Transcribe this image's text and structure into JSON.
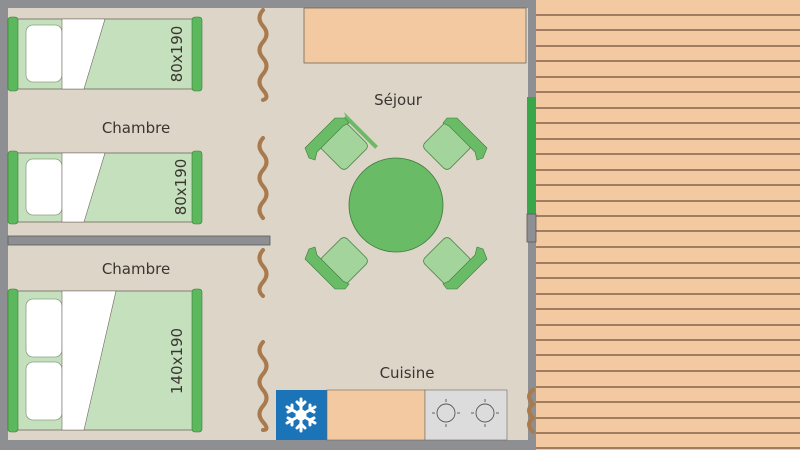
{
  "plan": {
    "rooms": [
      {
        "id": "bedroom1",
        "label": "Chambre"
      },
      {
        "id": "bedroom2",
        "label": "Chambre"
      },
      {
        "id": "living",
        "label": "Séjour"
      },
      {
        "id": "kitchen",
        "label": "Cuisine"
      }
    ],
    "beds": [
      {
        "label": "80x190"
      },
      {
        "label": "80x190"
      },
      {
        "label": "140x190"
      }
    ],
    "kitchen_items": [
      "fridge-icon",
      "counter",
      "stove-icon"
    ],
    "colors": {
      "wall": "#8e8f92",
      "floor": "#ddd5c8",
      "bed_green": "#c5e0bd",
      "bed_frame": "#5cb85c",
      "table_green": "#6abb66",
      "chair_green": "#a3d49b",
      "deck": "#f3c9a1",
      "deck_line": "#6e4f3a",
      "curtain": "#a87a4e",
      "fridge": "#1b73b8",
      "stove": "#dcdcdc",
      "window": "#3aa64a"
    }
  }
}
